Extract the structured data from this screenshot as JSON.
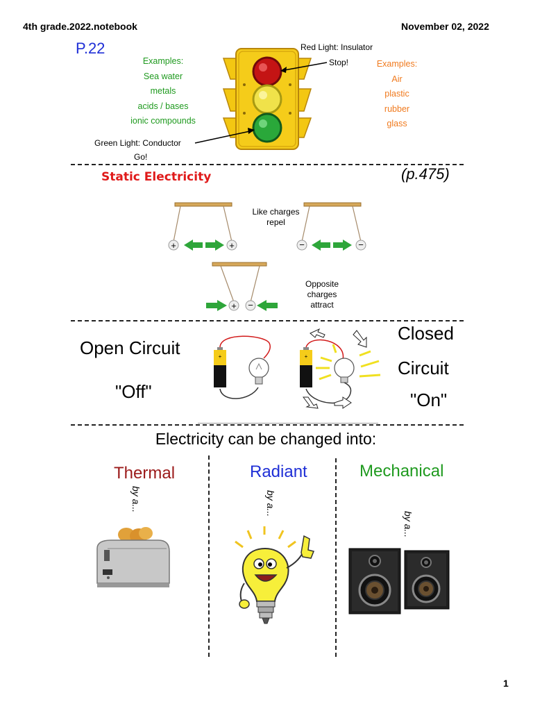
{
  "header": {
    "left": "4th grade.2022.notebook",
    "right": "November 02, 2022"
  },
  "footer": {
    "page_number": "1"
  },
  "section1": {
    "page_ref": "P.22",
    "red_light_label": "Red Light: Insulator",
    "stop": "Stop!",
    "green_light_label": "Green Light: Conductor",
    "go": "Go!",
    "conductor_examples": [
      "Examples:",
      "Sea water",
      "metals",
      "acids / bases",
      "ionic compounds"
    ],
    "insulator_examples": [
      "Examples:",
      "Air",
      "plastic",
      "rubber",
      "glass"
    ]
  },
  "section2": {
    "title": "Static Electricity",
    "page_ref": "(p.475)",
    "like_charges": [
      "Like charges",
      "repel"
    ],
    "opposite_charges": [
      "Opposite",
      "charges",
      "attract"
    ]
  },
  "section3": {
    "open_circuit": "Open Circuit",
    "off": "\"Off\"",
    "closed": "Closed",
    "circuit": "Circuit",
    "on": "\"On\""
  },
  "section4": {
    "title": "Electricity can be changed into:",
    "columns": [
      {
        "label": "Thermal",
        "by": "by a...",
        "color": "#9b1a1a",
        "icon": "toaster-icon"
      },
      {
        "label": "Radiant",
        "by": "by a...",
        "color": "#1f2fd6",
        "icon": "lightbulb-icon"
      },
      {
        "label": "Mechanical",
        "by": "by a...",
        "color": "#1f9a1f",
        "icon": "speakers-icon"
      }
    ]
  },
  "colors": {
    "page_ref": "#1f2fd6",
    "static_title": "#e01a1a",
    "green": "#1f9a1f",
    "orange": "#f07a1e"
  }
}
